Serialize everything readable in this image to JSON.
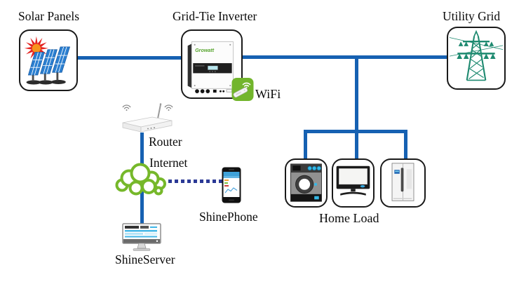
{
  "labels": {
    "solar_panels": "Solar Panels",
    "grid_tie_inverter": "Grid-Tie Inverter",
    "utility_grid": "Utility Grid",
    "wifi": "WiFi",
    "router": "Router",
    "internet": "Internet",
    "shinephone": "ShinePhone",
    "shineserver": "ShineServer",
    "home_load": "Home Load"
  },
  "brand": {
    "inverter_logo": "Growatt"
  },
  "colors": {
    "connection_line_blue": "#1661b2",
    "wireless_dotted_blue": "#2b3996",
    "cloud_green": "#76b82a",
    "wifi_icon_green": "#72b52c",
    "tower_teal": "#1e8a70",
    "sun_red": "#e42320",
    "sun_core_orange": "#f7941d",
    "panel_blue": "#2b7fd0",
    "appliance_accent_cyan": "#35b8e6"
  },
  "icons": {
    "solar_panels": "sun-and-solar-panels",
    "grid_tie_inverter": "growatt-inverter",
    "utility_grid": "transmission-tower",
    "wifi": "wifi-dongle-badge",
    "router": "wireless-router",
    "internet": "cloud",
    "shinephone": "smartphone",
    "shineserver": "desktop-monitor",
    "home_load": [
      "washing-machine",
      "television",
      "refrigerator"
    ]
  }
}
